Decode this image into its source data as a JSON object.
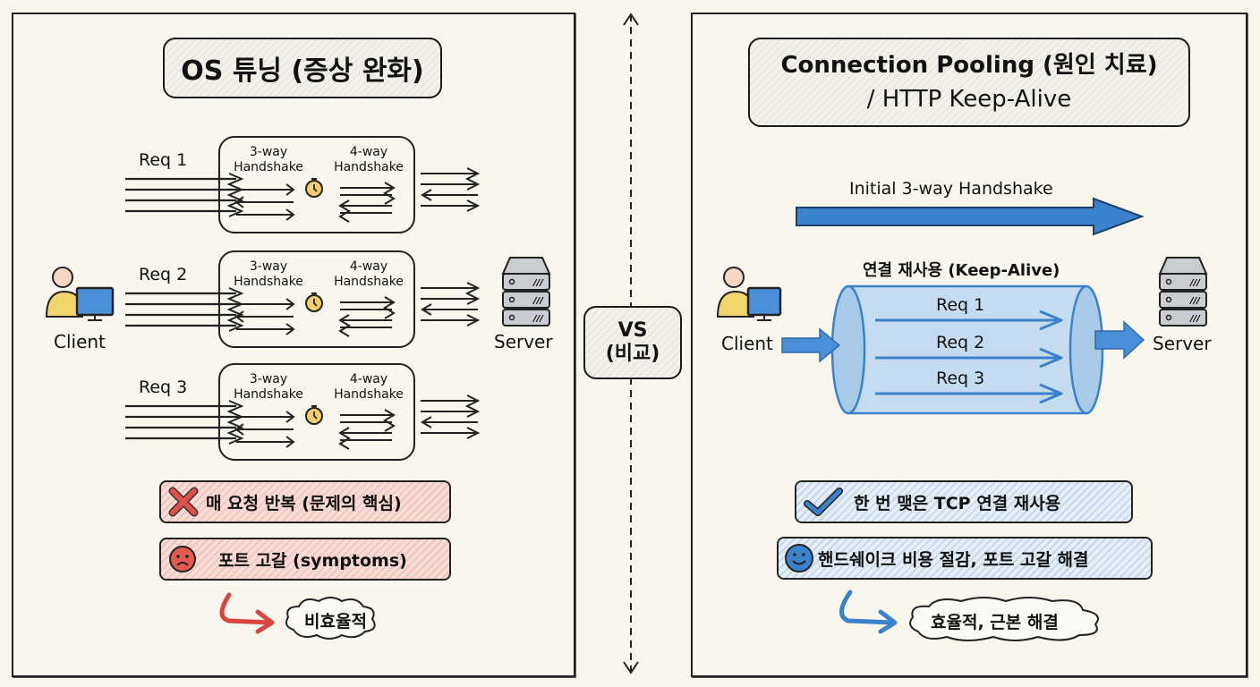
{
  "divider": {
    "label_line1": "VS",
    "label_line2": "(비교)"
  },
  "left": {
    "title": "OS 튜닝 (증상 완화)",
    "client_label": "Client",
    "server_label": "Server",
    "requests": [
      {
        "label": "Req 1",
        "three_way": [
          "3-way",
          "Handshake"
        ],
        "four_way": [
          "4-way",
          "Handshake"
        ]
      },
      {
        "label": "Req 2",
        "three_way": [
          "3-way",
          "Handshake"
        ],
        "four_way": [
          "4-way",
          "Handshake"
        ]
      },
      {
        "label": "Req 3",
        "three_way": [
          "3-way",
          "Handshake"
        ],
        "four_way": [
          "4-way",
          "Handshake"
        ]
      }
    ],
    "problem": {
      "icon": "x-mark-icon",
      "text": "매 요청 반복 (문제의 핵심)"
    },
    "symptom": {
      "icon": "sad-face-icon",
      "text": "포트 고갈 (symptoms)"
    },
    "result": "비효율적",
    "accent_color": "#d9453e"
  },
  "right": {
    "title_line1": "Connection Pooling (원인 치료)",
    "title_line2": "/ HTTP Keep-Alive",
    "initial_handshake_label": "Initial 3-way Handshake",
    "tunnel_label": "연결 재사용 (Keep-Alive)",
    "client_label": "Client",
    "server_label": "Server",
    "requests": [
      "Req 1",
      "Req 2",
      "Req 3"
    ],
    "benefit": {
      "icon": "checkmark-icon",
      "text": "한 번 맺은 TCP 연결 재사용"
    },
    "effect": {
      "icon": "smile-face-icon",
      "text": "핸드쉐이크 비용 절감, 포트 고갈 해결"
    },
    "result": "효율적, 근본 해결",
    "accent_color": "#3b82cc"
  }
}
